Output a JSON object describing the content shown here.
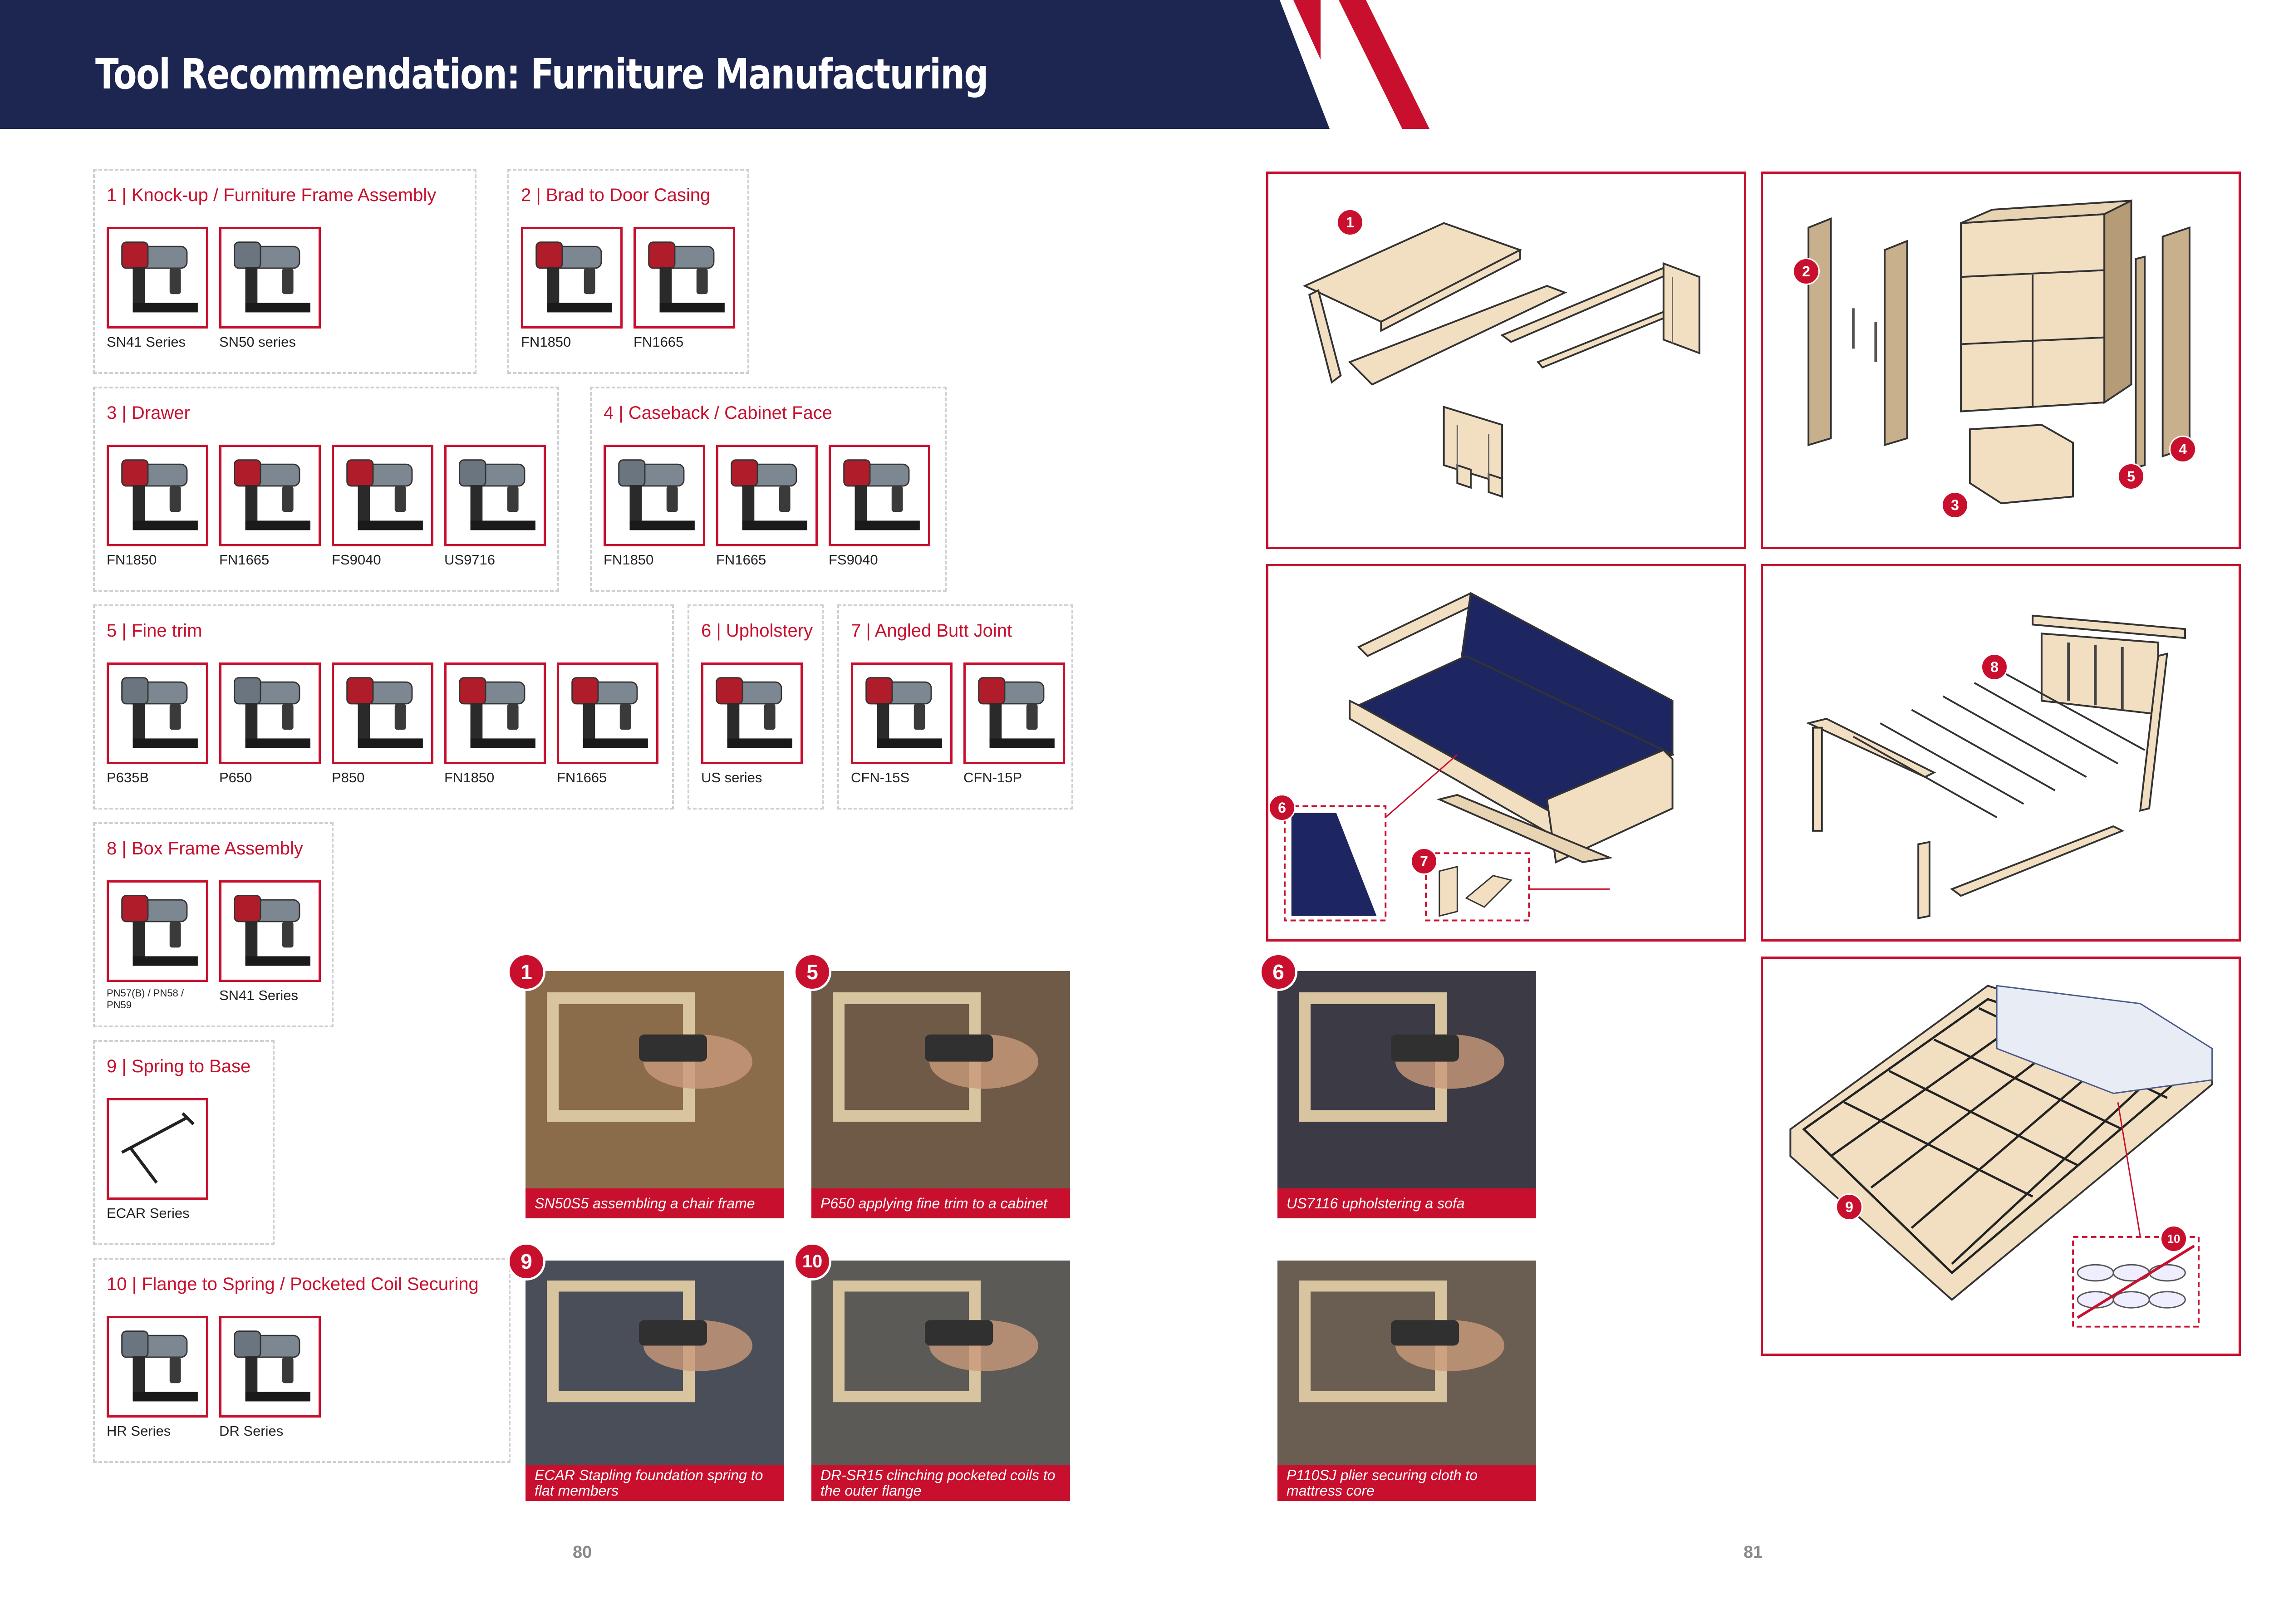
{
  "header": {
    "title": "Tool Recommendation: Furniture Manufacturing"
  },
  "groups": [
    {
      "title": "1 | Knock-up / Furniture Frame Assembly",
      "tools": [
        "SN41 Series",
        "SN50 series"
      ]
    },
    {
      "title": "2 | Brad to Door Casing",
      "tools": [
        "FN1850",
        "FN1665"
      ]
    },
    {
      "title": "3 | Drawer",
      "tools": [
        "FN1850",
        "FN1665",
        "FS9040",
        "US9716"
      ]
    },
    {
      "title": "4 | Caseback / Cabinet Face",
      "tools": [
        "FN1850",
        "FN1665",
        "FS9040"
      ]
    },
    {
      "title": "5 | Fine trim",
      "tools": [
        "P635B",
        "P650",
        "P850",
        "FN1850",
        "FN1665"
      ]
    },
    {
      "title": "6 | Upholstery",
      "tools": [
        "US series"
      ]
    },
    {
      "title": "7 | Angled Butt Joint",
      "tools": [
        "CFN-15S",
        "CFN-15P"
      ]
    },
    {
      "title": "8 | Box Frame Assembly",
      "tools": [
        "PN57(B) / PN58 / PN59",
        "SN41 Series"
      ]
    },
    {
      "title": "9 | Spring to Base",
      "tools": [
        "ECAR Series"
      ]
    },
    {
      "title": "10 | Flange to Spring / Pocketed Coil Securing",
      "tools": [
        "HR Series",
        "DR Series"
      ]
    }
  ],
  "photos": [
    {
      "badge": "1",
      "caption": "SN50S5 assembling a chair frame"
    },
    {
      "badge": "5",
      "caption": "P650 applying fine trim to a cabinet"
    },
    {
      "badge": "6",
      "caption": "US7116 upholstering a sofa"
    },
    {
      "badge": "9",
      "caption": "ECAR Stapling foundation spring to flat members"
    },
    {
      "badge": "10",
      "caption": "DR-SR15 clinching pocketed coils to the outer flange"
    },
    {
      "badge": "",
      "caption": "P110SJ plier securing cloth to mattress core"
    }
  ],
  "diagram_badges": [
    "1",
    "2",
    "3",
    "4",
    "5",
    "6",
    "7",
    "8",
    "9",
    "10"
  ],
  "pages": {
    "left": "80",
    "right": "81"
  },
  "colors": {
    "navy": "#1c2650",
    "red": "#c8102e"
  }
}
